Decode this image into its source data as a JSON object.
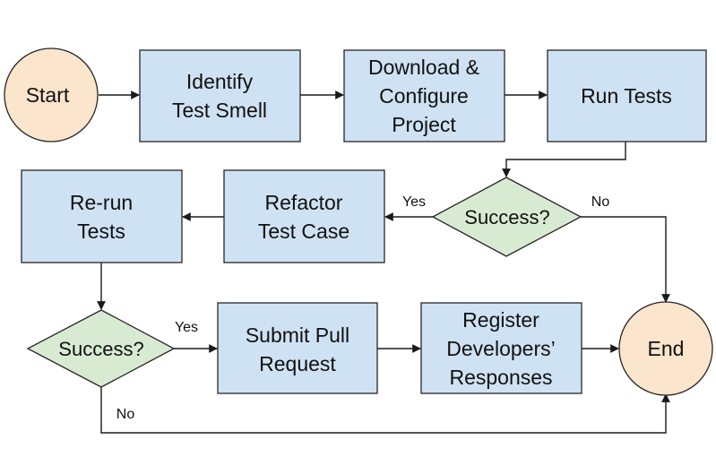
{
  "nodes": {
    "start": "Start",
    "identify_line1": "Identify",
    "identify_line2": "Test Smell",
    "download_line1": "Download &",
    "download_line2": "Configure",
    "download_line3": "Project",
    "run_tests": "Run Tests",
    "decision1": "Success?",
    "refactor_line1": "Refactor",
    "refactor_line2": "Test Case",
    "rerun_line1": "Re-run",
    "rerun_line2": "Tests",
    "decision2": "Success?",
    "submit_line1": "Submit Pull",
    "submit_line2": "Request",
    "register_line1": "Register",
    "register_line2": "Developers’",
    "register_line3": "Responses",
    "end": "End"
  },
  "edge_labels": {
    "decision1_yes": "Yes",
    "decision1_no": "No",
    "decision2_yes": "Yes",
    "decision2_no": "No"
  },
  "colors": {
    "process_fill": "#cfe2f3",
    "terminal_fill": "#fce5cd",
    "decision_fill": "#d9ead3"
  }
}
